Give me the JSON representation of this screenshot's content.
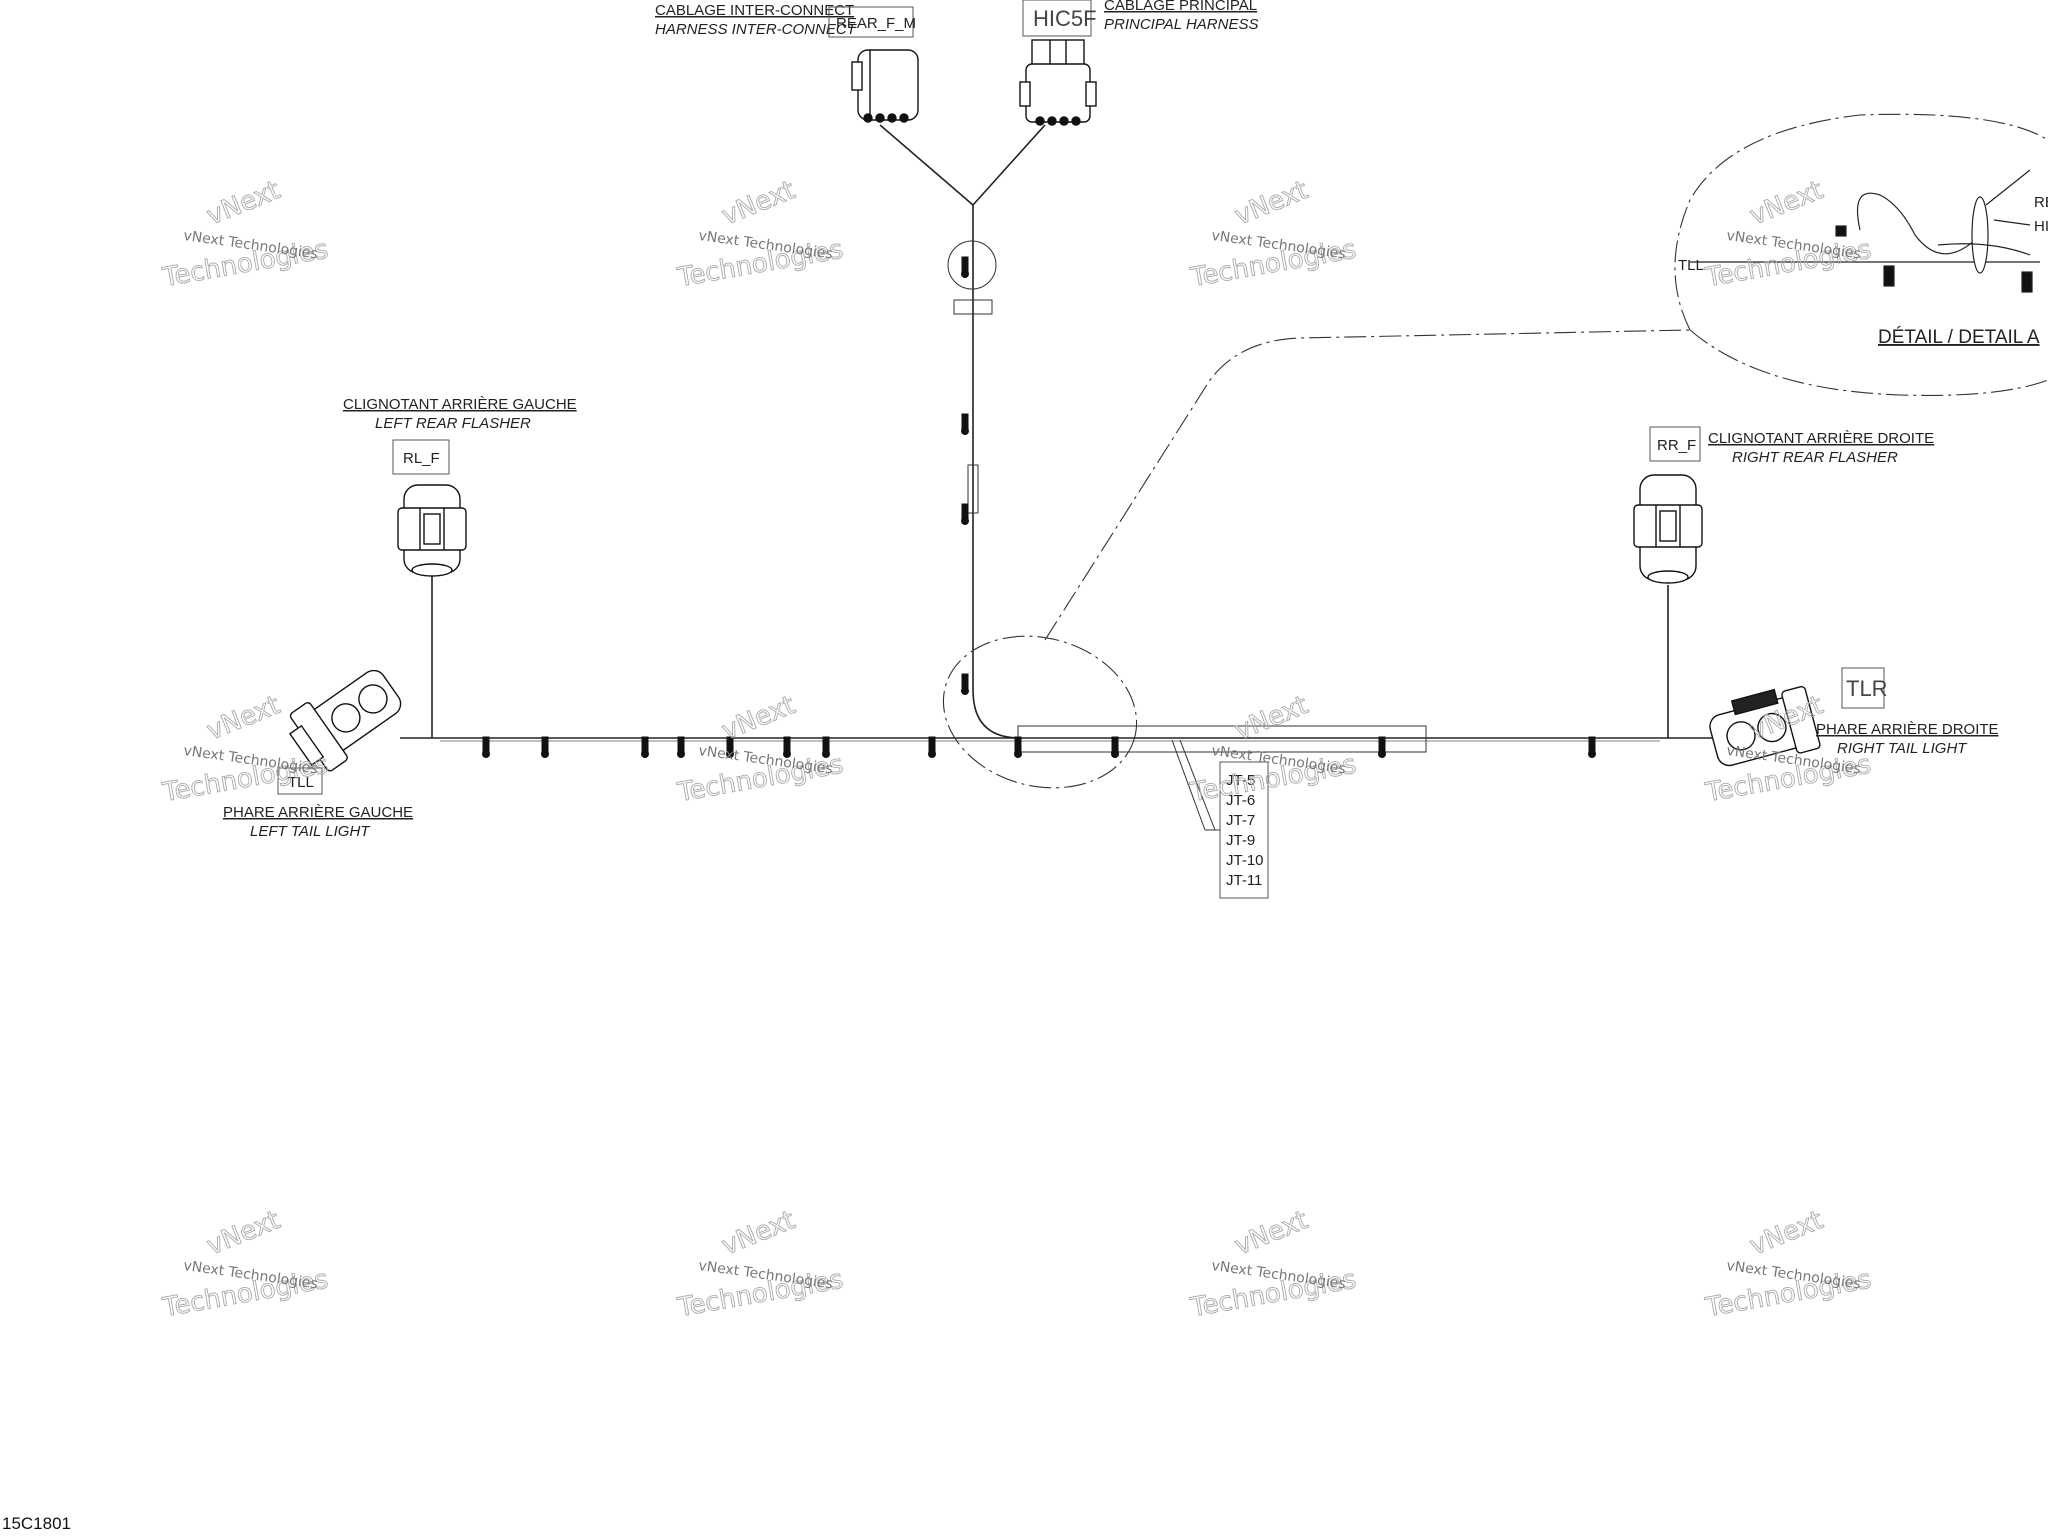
{
  "document_id": "15C1801",
  "watermark": {
    "line1": "vNext Technologies",
    "line2": "vNext",
    "line3": "Technologies"
  },
  "connectors": {
    "inter_connect": {
      "label_fr": "CABLAGE INTER-CONNECT",
      "label_en": "HARNESS INTER-CONNECT",
      "code": "REAR_F_M"
    },
    "principal": {
      "label_fr": "CABLAGE PRINCIPAL",
      "label_en": "PRINCIPAL HARNESS",
      "code": "HIC5F"
    },
    "left_rear_flasher": {
      "label_fr": "CLIGNOTANT ARRIÈRE GAUCHE",
      "label_en": "LEFT REAR FLASHER",
      "code": "RL_F"
    },
    "right_rear_flasher": {
      "label_fr": "CLIGNOTANT ARRIÈRE DROITE",
      "label_en": "RIGHT REAR FLASHER",
      "code": "RR_F"
    },
    "left_tail_light": {
      "label_fr": "PHARE ARRIÈRE GAUCHE",
      "label_en": "LEFT TAIL LIGHT",
      "code": "TLL"
    },
    "right_tail_light": {
      "label_fr": "PHARE ARRIÈRE DROITE",
      "label_en": "RIGHT TAIL LIGHT",
      "code": "TLR"
    }
  },
  "detail": {
    "title": "DÉTAIL / DETAIL A",
    "code_tll": "TLL",
    "code_re": "RE",
    "code_hi": "HI"
  },
  "junctions": [
    "JT-5",
    "JT-6",
    "JT-7",
    "JT-9",
    "JT-10",
    "JT-11"
  ]
}
